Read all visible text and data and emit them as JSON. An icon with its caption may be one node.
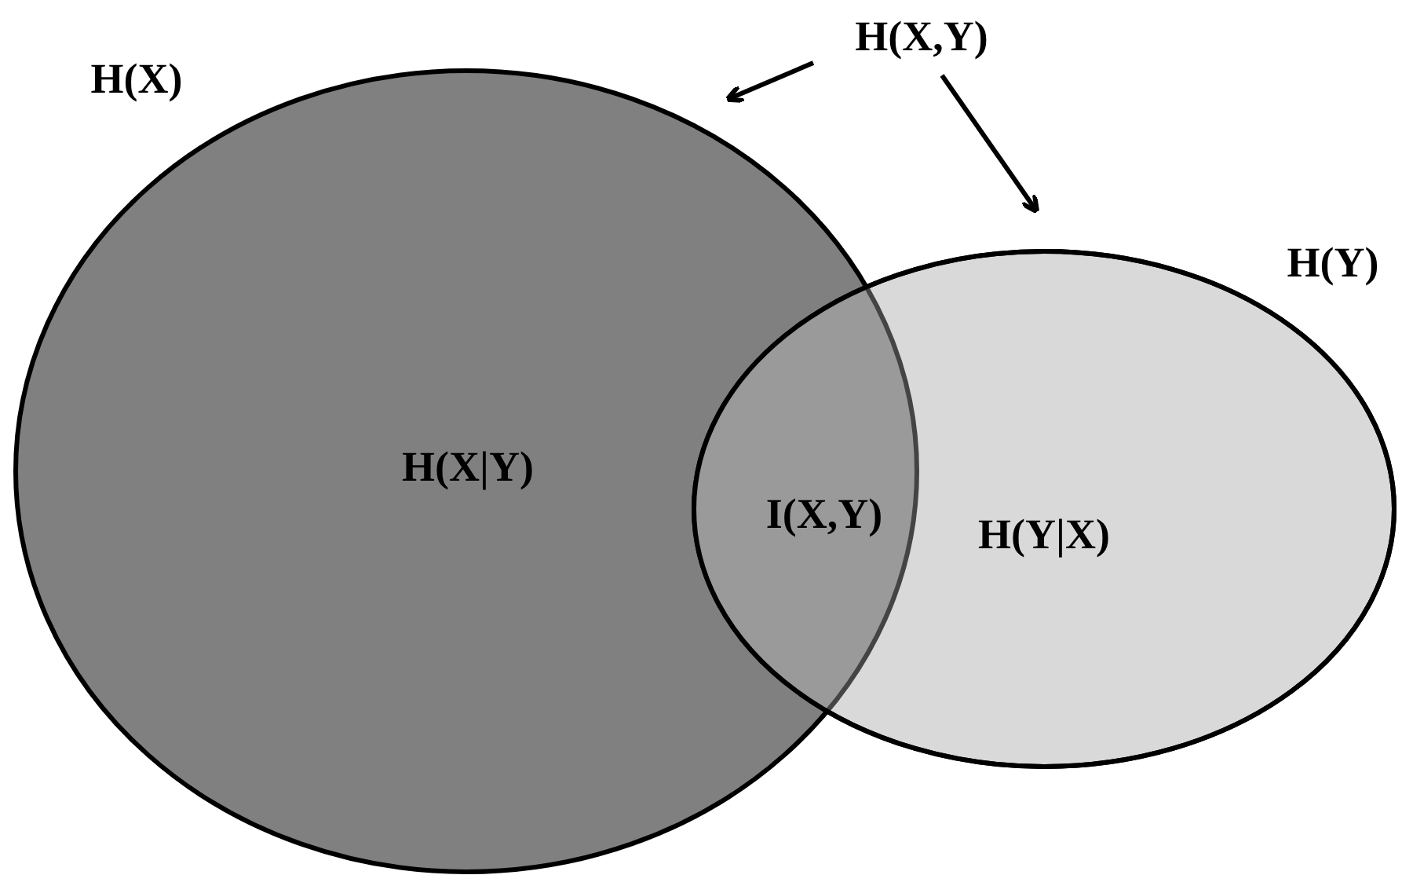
{
  "diagram": {
    "nodes": [
      {
        "text": [
          "H(X)",
          "H(X|Y)"
        ]
      },
      {
        "text": [
          "H(Y)",
          "H(Y|X)"
        ]
      },
      {
        "text": [
          "H(X,Y)"
        ]
      }
    ],
    "edges": [
      {
        "from": 2,
        "to": 0,
        "arrow": "to"
      },
      {
        "from": 2,
        "to": 1,
        "arrow": "to"
      }
    ],
    "labels": [
      "I(X,Y)"
    ]
  }
}
